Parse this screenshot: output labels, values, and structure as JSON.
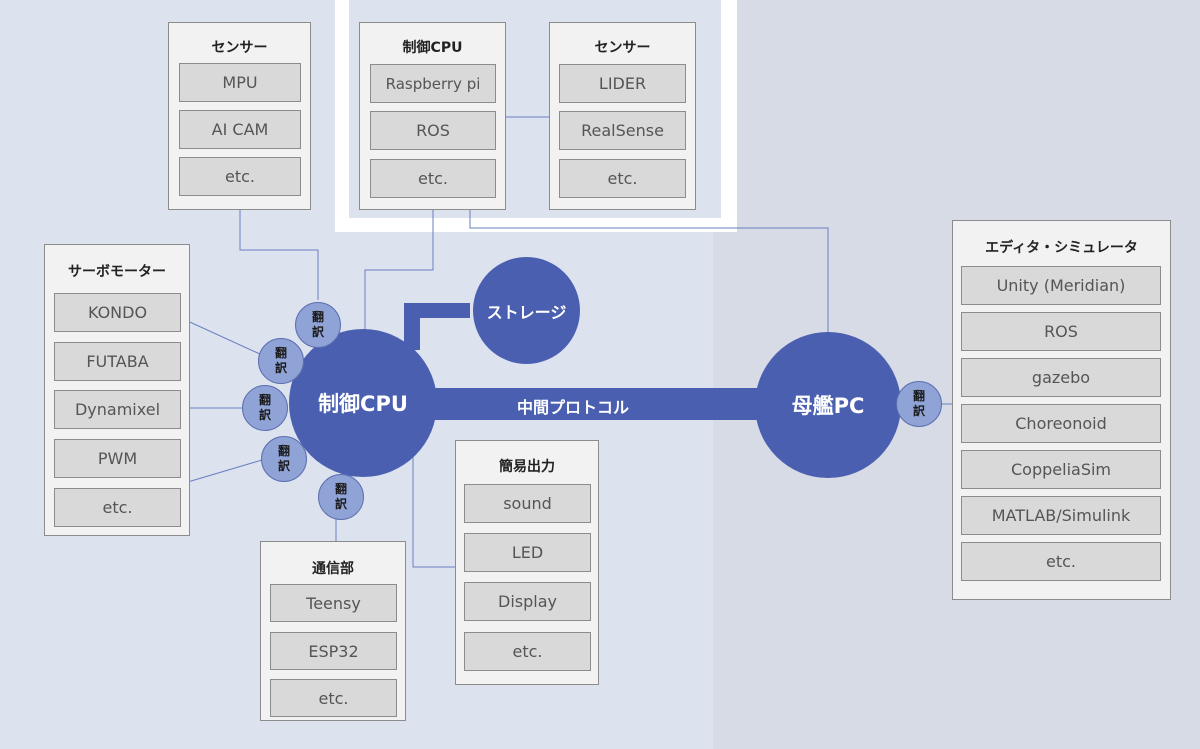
{
  "translate": {
    "top": "翻",
    "bottom": "訳"
  },
  "hub": {
    "main_cpu": "制御CPU",
    "mothership": "母艦PC",
    "storage": "ストレージ",
    "protocol": "中間プロトコル"
  },
  "sensor_left": {
    "title": "センサー",
    "items": [
      "MPU",
      "AI CAM",
      "etc."
    ]
  },
  "top_cpu": {
    "title": "制御CPU",
    "items": [
      "Raspberry pi",
      "ROS",
      "etc."
    ]
  },
  "top_sensor": {
    "title": "センサー",
    "items": [
      "LIDER",
      "RealSense",
      "etc."
    ]
  },
  "servo": {
    "title": "サーボモーター",
    "items": [
      "KONDO",
      "FUTABA",
      "Dynamixel",
      "PWM",
      "etc."
    ]
  },
  "simple_output": {
    "title": "簡易出力",
    "items": [
      "sound",
      "LED",
      "Display",
      "etc."
    ]
  },
  "comm": {
    "title": "通信部",
    "items": [
      "Teensy",
      "ESP32",
      "etc."
    ]
  },
  "editor": {
    "title": "エディタ・シミュレータ",
    "items": [
      "Unity (Meridian)",
      "ROS",
      "gazebo",
      "Choreonoid",
      "CoppeliaSim",
      "MATLAB/Simulink",
      "etc."
    ]
  },
  "colors": {
    "hub": "#4a5fb0",
    "translate": "#8fa3d6",
    "left_bg": "#dde2ef",
    "right_bg": "#d6dbe6"
  }
}
